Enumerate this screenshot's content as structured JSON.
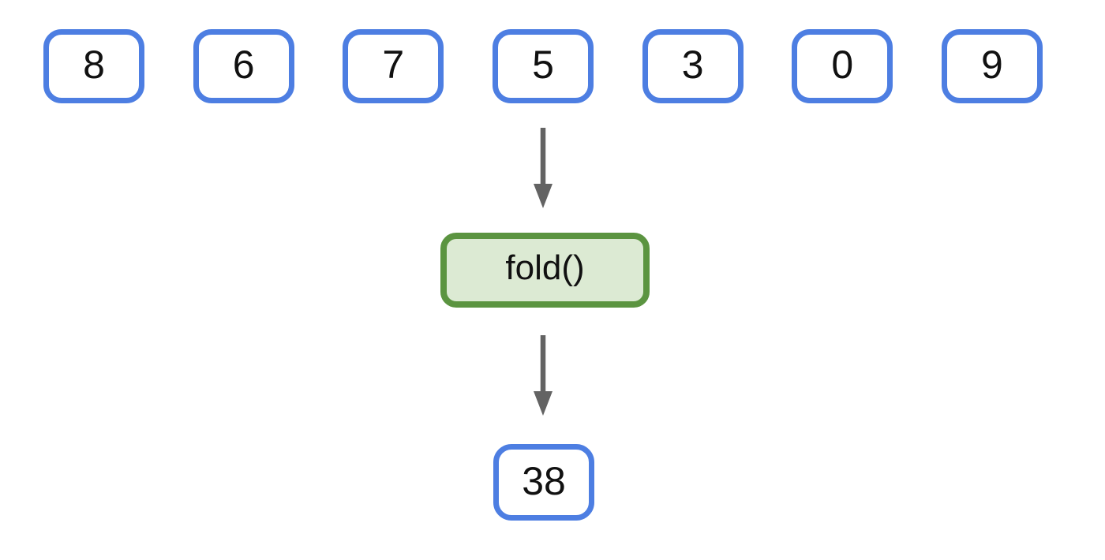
{
  "diagram": {
    "title": "fold operation diagram",
    "input_values": [
      "8",
      "6",
      "7",
      "5",
      "3",
      "0",
      "9"
    ],
    "operation": {
      "label": "fold()"
    },
    "result": {
      "value": "38"
    },
    "icons": [
      "arrow-down-icon",
      "arrow-down-icon"
    ],
    "colors": {
      "background": "#ffffff",
      "input_box_border": "#4d7ee2",
      "operation_box_border": "#5b9440",
      "operation_box_fill": "#dcead3",
      "arrow": "#636363",
      "text": "#111111"
    }
  }
}
